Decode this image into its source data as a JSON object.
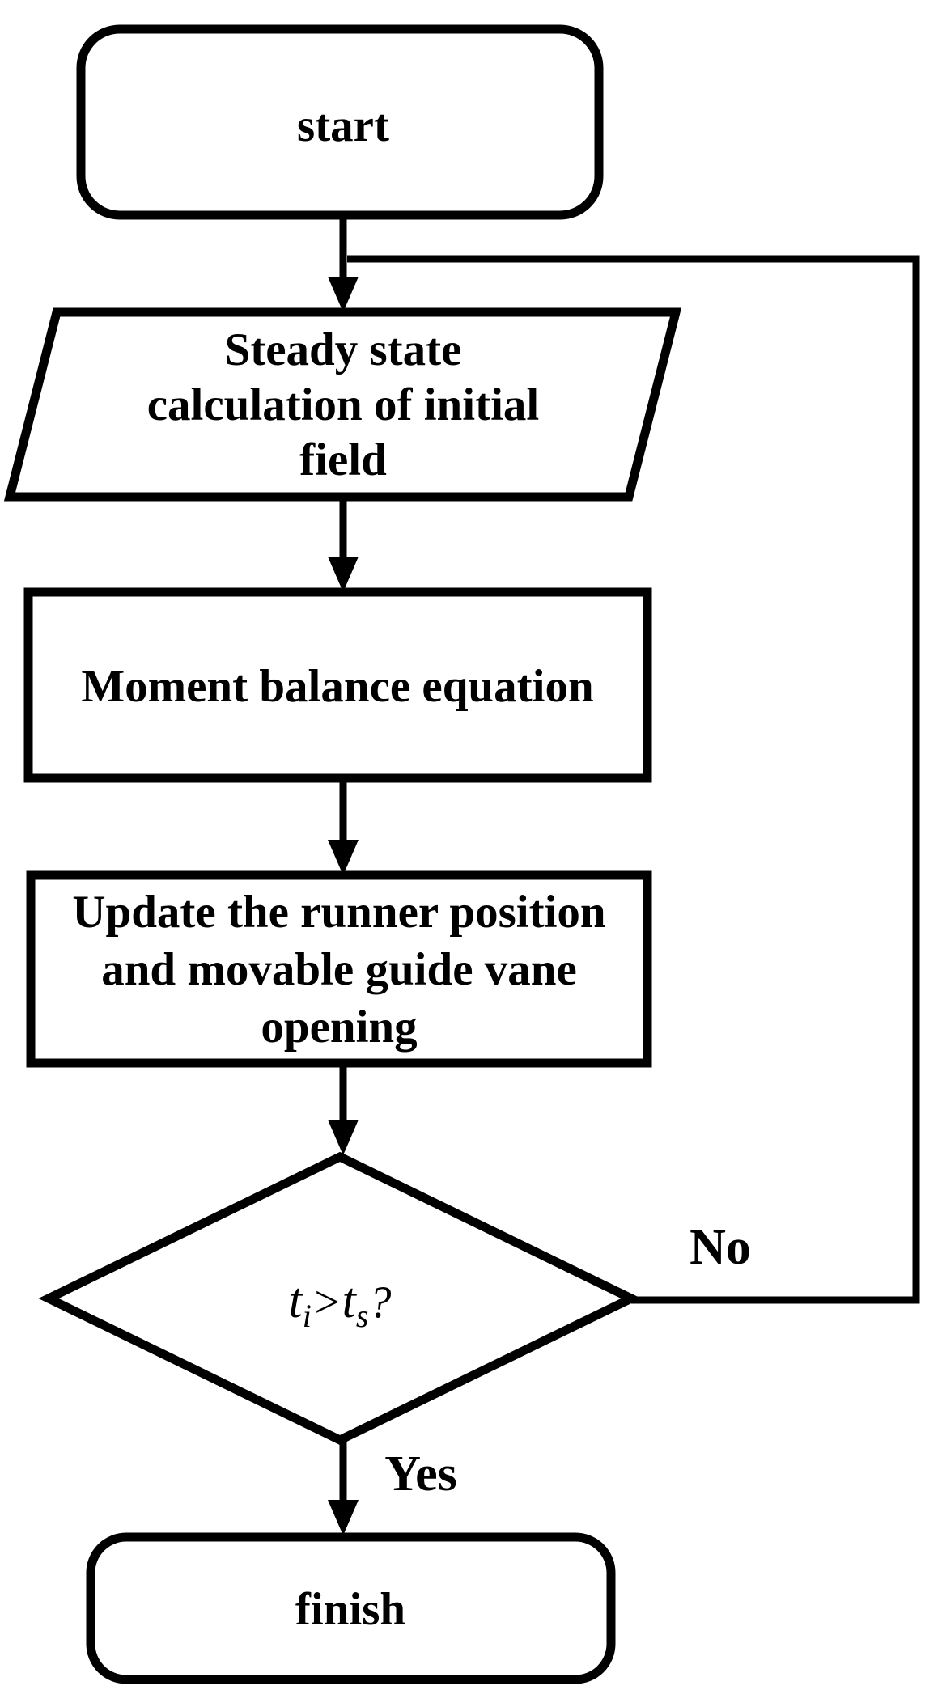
{
  "flowchart": {
    "colors": {
      "stroke": "#000000",
      "background": "#ffffff"
    },
    "nodes": {
      "start": {
        "type": "terminator",
        "label": "start"
      },
      "steady": {
        "type": "input-output",
        "lines": [
          "Steady state",
          "calculation of initial",
          "field"
        ]
      },
      "moment": {
        "type": "process",
        "label": "Moment balance equation"
      },
      "update": {
        "type": "process",
        "lines": [
          "Update the runner position",
          "and movable guide vane",
          "opening"
        ]
      },
      "decision": {
        "type": "decision",
        "parts": {
          "t1": "t",
          "sub1": "i",
          "gt": ">",
          "t2": "t",
          "sub2": "s",
          "q": "?"
        }
      },
      "finish": {
        "type": "terminator",
        "label": "finish"
      }
    },
    "edges": {
      "no_label": "No",
      "yes_label": "Yes"
    }
  }
}
